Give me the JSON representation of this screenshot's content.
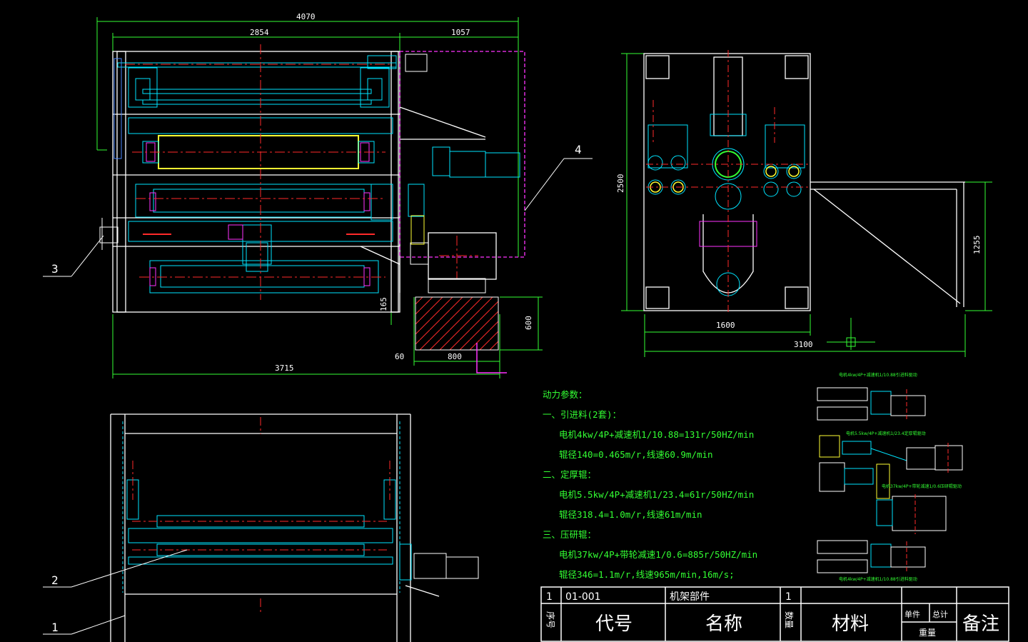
{
  "colors": {
    "background": "#000000",
    "frame": "#ffffff",
    "center_line": "#ff2a2a",
    "dimension": "#33ff33",
    "component": "#00e5ff",
    "magenta": "#ff33ff",
    "yellow": "#ffff33"
  },
  "front_view": {
    "dims": {
      "overall": "4070",
      "left_span": "2854",
      "right_span": "1057",
      "base_width": "3715",
      "motor_base": "800",
      "offset": "60",
      "foundation_h": "600",
      "clearance": "165"
    }
  },
  "side_view": {
    "dims": {
      "height": "2500",
      "inner_width": "1600",
      "overall_width": "3100",
      "support_h": "1255"
    }
  },
  "callouts": [
    "1",
    "2",
    "3",
    "4"
  ],
  "notes": {
    "heading": "动力参数：",
    "lines": [
      "一、引进料(2套)：",
      "电机4kw/4P+减速机1/10.88=131r/50HZ/min",
      "辊径140=0.465m/r,线速60.9m/min",
      "二、定厚辊：",
      "电机5.5kw/4P+减速机1/23.4=61r/50HZ/min",
      "辊径318.4=1.0m/r,线速61m/min",
      "三、压研辊：",
      "电机37kw/4P+带轮减速1/0.6=885r/50HZ/min",
      "辊径346=1.1m/r,线速965m/min,16m/s;"
    ]
  },
  "detail_tags": [
    "电机4kw/4P+减速机1/10.88引进料驱动",
    "电机5.5kw/4P+减速机1/23.4定厚辊驱动",
    "电机37kw/4P+带轮减速1/0.6压研辊驱动",
    "电机4kw/4P+减速机1/10.88引进料驱动"
  ],
  "title_block": {
    "row_seq": "1",
    "row_code": "01-001",
    "row_name": "机架部件",
    "row_qty": "1",
    "h_seq": "序号",
    "h_code": "代号",
    "h_name": "名称",
    "h_qty": "数量",
    "h_material": "材料",
    "h_unit": "单件",
    "h_total": "总计",
    "h_weight": "重量",
    "h_remark": "备注"
  }
}
